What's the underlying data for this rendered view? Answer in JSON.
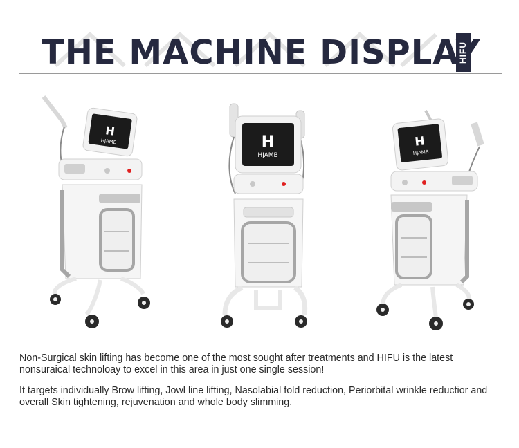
{
  "header": {
    "title": "THE MACHINE DISPLAY",
    "badge": "HIFU",
    "title_color": "#26293f"
  },
  "machines": {
    "screen_brand": "HJAMB",
    "screen_logo_letter": "H",
    "count": 3
  },
  "description": {
    "paragraph1": "Non-Surgical skin lifting has become one of the most sought after treatments and HIFU is the latest nonsuraical technoloay to excel in this area in just one single session!",
    "paragraph2": "It targets individually Brow lifting, Jowl line lifting, Nasolabial fold reduction, Periorbital wrinkle reductior and overall Skin tightening, rejuvenation and whole body slimming."
  },
  "colors": {
    "body_white": "#f4f4f4",
    "accent_gray": "#a8a8a8",
    "screen_dark": "#1b1b1b",
    "power_red": "#e02020"
  }
}
